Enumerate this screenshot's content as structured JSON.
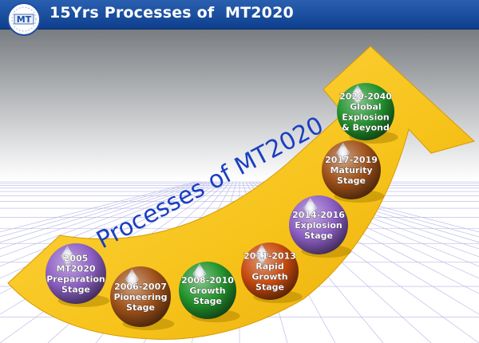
{
  "header": {
    "title": "15Yrs Processes of  MT2020",
    "logo_text": "MT"
  },
  "diagram": {
    "arrow_caption": "Processes of MT2020",
    "stages": [
      {
        "id": "2005",
        "lines": [
          "2005",
          "MT2020",
          "Preparation",
          "Stage"
        ],
        "color": "#8d5fc4"
      },
      {
        "id": "2006",
        "lines": [
          "2006-2007",
          "Pioneering",
          "Stage"
        ],
        "color": "#a0521a"
      },
      {
        "id": "2008",
        "lines": [
          "2008-2010",
          "Growth",
          "Stage"
        ],
        "color": "#23932d"
      },
      {
        "id": "2011",
        "lines": [
          "2011-2013",
          "Rapid",
          "Growth",
          "Stage"
        ],
        "color": "#c54a0e"
      },
      {
        "id": "2014",
        "lines": [
          "2014-2016",
          "Explosion",
          "Stage"
        ],
        "color": "#8d5fc4"
      },
      {
        "id": "2017",
        "lines": [
          "2017-2019",
          "Maturity",
          "Stage"
        ],
        "color": "#a0521a"
      },
      {
        "id": "2020",
        "lines": [
          "2020-2040",
          "Global",
          "Explosion",
          "& Beyond"
        ],
        "color": "#23932d"
      }
    ],
    "colors": {
      "arrow": "#f6c31a",
      "arrow_edge": "#d99a00",
      "grid": "#b4b4e6",
      "caption": "#1a3fc0"
    }
  }
}
